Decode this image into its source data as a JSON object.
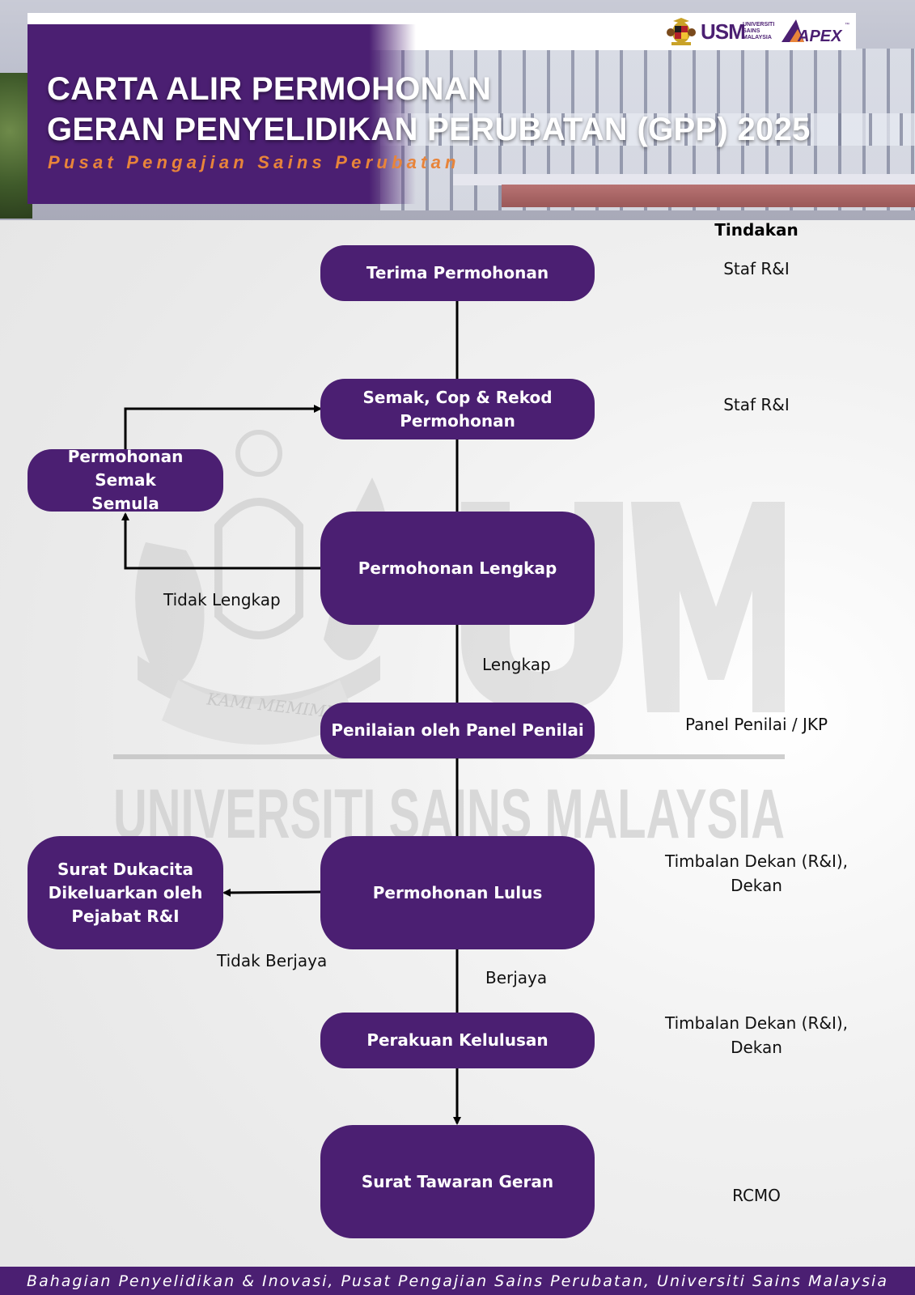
{
  "header": {
    "title_line1": "CARTA ALIR PERMOHONAN",
    "title_line2": "GERAN PENYELIDIKAN PERUBATAN (GPP) 2025",
    "subtitle": "Pusat Pengajian Sains Perubatan",
    "logo_usm": "USM",
    "logo_usm_small": [
      "UNIVERSITI",
      "SAINS",
      "MALAYSIA"
    ],
    "logo_apex": "APEX",
    "logo_apex_tm": "™"
  },
  "watermark": {
    "motto": "KAMI MEMIMPIN",
    "university": "UNIVERSITI SAINS MALAYSIA",
    "letters": "USM"
  },
  "actions_header": "Tindakan",
  "nodes": {
    "terima": "Terima Permohonan",
    "semak_line1": "Semak, Cop & Rekod",
    "semak_line2": "Permohonan",
    "semak_semula_line1": "Permohonan Semak",
    "semak_semula_line2": "Semula",
    "lengkap": "Permohonan Lengkap",
    "penilaian": "Penilaian oleh Panel Penilai",
    "lulus": "Permohonan Lulus",
    "dukacita_line1": "Surat Dukacita",
    "dukacita_line2": "Dikeluarkan oleh",
    "dukacita_line3": "Pejabat R&I",
    "perakuan": "Perakuan Kelulusan",
    "tawaran": "Surat Tawaran Geran"
  },
  "edge_labels": {
    "tidak_lengkap": "Tidak Lengkap",
    "lengkap": "Lengkap",
    "tidak_berjaya": "Tidak Berjaya",
    "berjaya": "Berjaya"
  },
  "actions": {
    "terima": "Staf R&I",
    "semak": "Staf R&I",
    "penilaian": "Panel Penilai / JKP",
    "lulus_line1": "Timbalan Dekan (R&I),",
    "lulus_line2": "Dekan",
    "perakuan_line1": "Timbalan Dekan (R&I),",
    "perakuan_line2": "Dekan",
    "tawaran": "RCMO"
  },
  "footer": "Bahagian Penyelidikan & Inovasi, Pusat Pengajian Sains Perubatan, Universiti Sains Malaysia",
  "colors": {
    "brand_purple": "#4b1f72",
    "subtitle_orange": "#e8843a"
  }
}
